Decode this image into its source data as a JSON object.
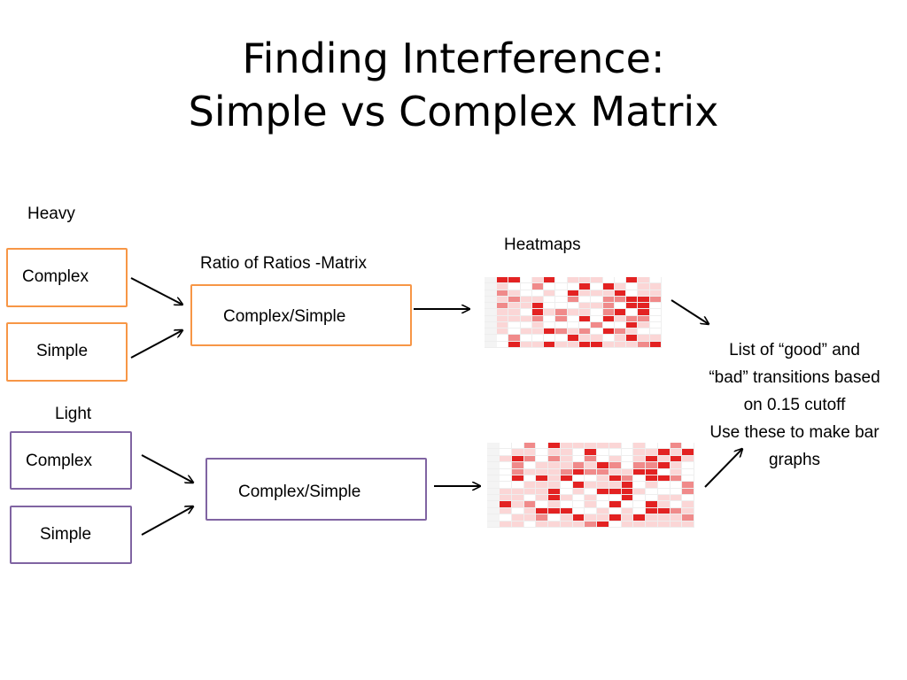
{
  "title": {
    "line1": "Finding Interference:",
    "line2": "Simple vs Complex Matrix"
  },
  "heavy": {
    "label": "Heavy",
    "complex": "Complex",
    "simple": "Simple",
    "color": "#F79646"
  },
  "light": {
    "label": "Light",
    "complex": "Complex",
    "simple": "Simple",
    "color": "#8064A2"
  },
  "ratio_label": "Ratio of Ratios -Matrix",
  "ratio_box_heavy": "Complex/Simple",
  "ratio_box_light": "Complex/Simple",
  "heatmaps_label": "Heatmaps",
  "outcome": {
    "line1": "List of “good” and",
    "line2": "“bad” transitions based",
    "line3": "on 0.15 cutoff",
    "line4": "Use these to make bar",
    "line5": "graphs"
  },
  "heatmap_colors": {
    "strong": "#E32222",
    "medium": "#F08A8A",
    "light": "#FBD6D6",
    "none": "#FFFFFF"
  }
}
